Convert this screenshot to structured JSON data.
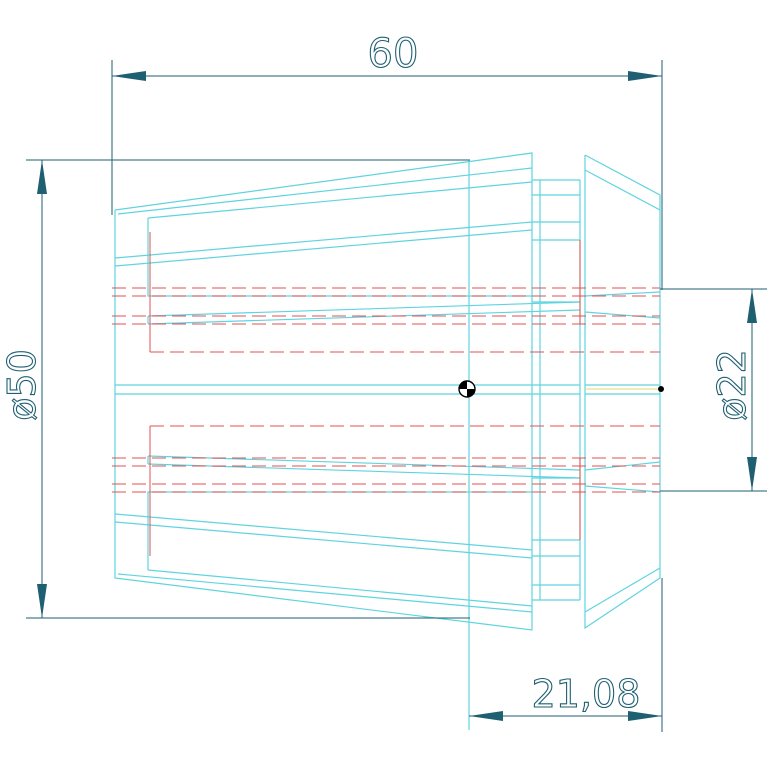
{
  "dimensions": {
    "overall_length": "60",
    "outer_diameter": "ø50",
    "bore_diameter": "ø22",
    "partial_length": "21,08"
  },
  "colors": {
    "dimension": "#1f5f72",
    "outline": "#5fd4e0",
    "hidden_lines": "#e05050",
    "centerline": "#e6d86a"
  }
}
